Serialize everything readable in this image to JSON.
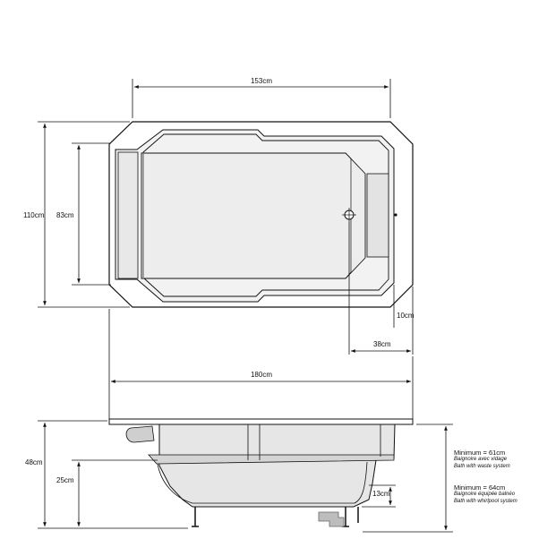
{
  "dimensions": {
    "top_width": "153cm",
    "total_depth": "110cm",
    "inner_depth": "83cm",
    "side_gap": "10cm",
    "drain_offset": "38cm",
    "total_length": "180cm",
    "height": "48cm",
    "seat_height": "25cm",
    "foot_height": "13cm"
  },
  "notes": [
    {
      "title": "Minimum = 61cm",
      "line1": "Baignoire avec vidage",
      "line2": "Bath with waste system"
    },
    {
      "title": "Minimum  = 64cm",
      "line1": "Baignoire équipée balnéo",
      "line2": "Bath with whirlpool system"
    }
  ],
  "colors": {
    "line": "#111111",
    "tub_fill": "#e6e6e6",
    "inner_fill": "#efefef",
    "dark_fill": "#9a9a9a"
  }
}
